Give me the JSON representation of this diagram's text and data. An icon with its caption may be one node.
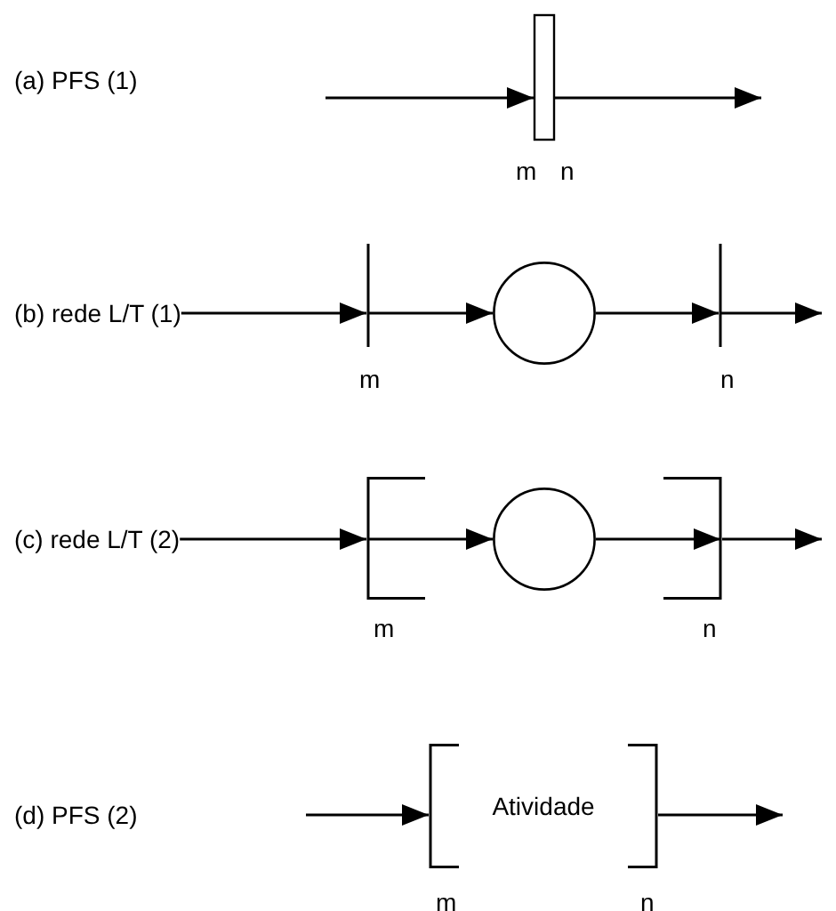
{
  "diagram": {
    "nodes": [
      {
        "text": [],
        "shape": "bar"
      },
      {
        "text": [
          "(b) rede L/T (1)"
        ]
      },
      {
        "text": [],
        "shape": "bar"
      },
      {
        "text": [],
        "shape": "circle"
      },
      {
        "text": [],
        "shape": "bar"
      },
      {
        "text": [
          "(c) rede L/T (2)"
        ]
      },
      {
        "text": [],
        "shape": "bracket"
      },
      {
        "text": [],
        "shape": "circle"
      },
      {
        "text": [],
        "shape": "bracket"
      },
      {
        "text": [
          "Atividade"
        ]
      }
    ],
    "edges": [
      {
        "from": null,
        "to": 0,
        "arrow": "to"
      },
      {
        "from": 0,
        "to": null,
        "arrow": "to"
      },
      {
        "from": 1,
        "to": 2,
        "arrow": "to"
      },
      {
        "from": 2,
        "to": 3,
        "arrow": "to"
      },
      {
        "from": 3,
        "to": 4,
        "arrow": "to"
      },
      {
        "from": 4,
        "to": null,
        "arrow": "to"
      },
      {
        "from": 5,
        "to": 6,
        "arrow": "to"
      },
      {
        "from": 6,
        "to": 7,
        "arrow": "to"
      },
      {
        "from": 7,
        "to": 8,
        "arrow": "to"
      },
      {
        "from": 8,
        "to": null,
        "arrow": "to"
      },
      {
        "from": null,
        "to": 9,
        "arrow": "to"
      },
      {
        "from": 9,
        "to": null,
        "arrow": "to"
      }
    ],
    "labels": [
      "(a) PFS (1)",
      "m",
      "n",
      "m",
      "n",
      "m",
      "n",
      "(d) PFS (2)",
      "m",
      "n"
    ]
  }
}
